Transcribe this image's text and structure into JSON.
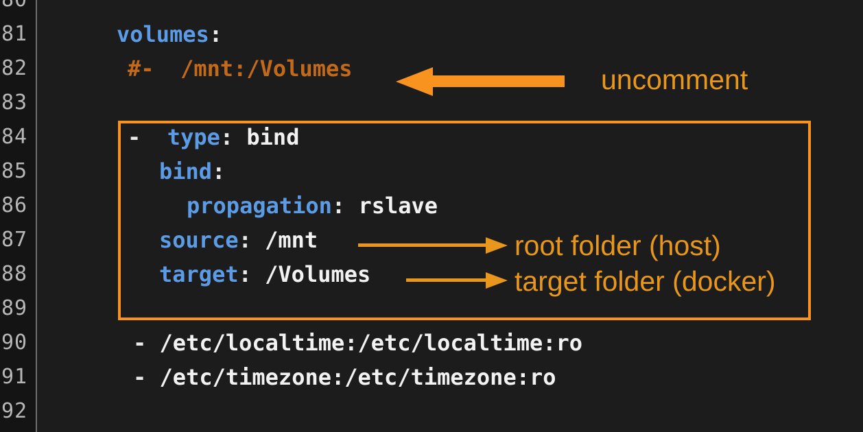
{
  "editor": {
    "theme_background": "#1c1c1c",
    "gutter_background": "#141414",
    "keyword_color": "#5c9ce6",
    "value_color": "#f2f2f2",
    "comment_color": "#c2691a",
    "accent_color": "#f7931e",
    "line_numbers": [
      "80",
      "81",
      "82",
      "83",
      "84",
      "85",
      "86",
      "87",
      "88",
      "89",
      "90",
      "91",
      "92"
    ],
    "lines": [
      {
        "number": "80",
        "text": ""
      },
      {
        "number": "81",
        "key": "volumes",
        "colon": ":",
        "value": ""
      },
      {
        "number": "82",
        "comment": "#-  /mnt:/Volumes"
      },
      {
        "number": "83",
        "text": ""
      },
      {
        "number": "84",
        "dash": "-",
        "key": "type",
        "colon": ":",
        "value": "bind"
      },
      {
        "number": "85",
        "key": "bind",
        "colon": ":",
        "value": ""
      },
      {
        "number": "86",
        "key": "propagation",
        "colon": ":",
        "value": "rslave"
      },
      {
        "number": "87",
        "key": "source",
        "colon": ":",
        "value": "/mnt"
      },
      {
        "number": "88",
        "key": "target",
        "colon": ":",
        "value": "/Volumes"
      },
      {
        "number": "89",
        "text": ""
      },
      {
        "number": "90",
        "dash": "-",
        "value": "/etc/localtime:/etc/localtime:ro"
      },
      {
        "number": "91",
        "dash": "-",
        "value": "/etc/timezone:/etc/timezone:ro"
      },
      {
        "number": "92",
        "text": ""
      }
    ]
  },
  "annotations": {
    "uncomment": {
      "label": "uncomment",
      "arrow": "left-arrow-thick",
      "color": "#f7931e"
    },
    "source": {
      "label": "root folder (host)",
      "arrow": "right-arrow-thin",
      "color": "#e8971c"
    },
    "target": {
      "label": "target folder (docker)",
      "arrow": "right-arrow-thin",
      "color": "#e8971c"
    },
    "highlight_box": {
      "name": "bind-mount-block-highlight",
      "color": "#f7931e"
    }
  }
}
